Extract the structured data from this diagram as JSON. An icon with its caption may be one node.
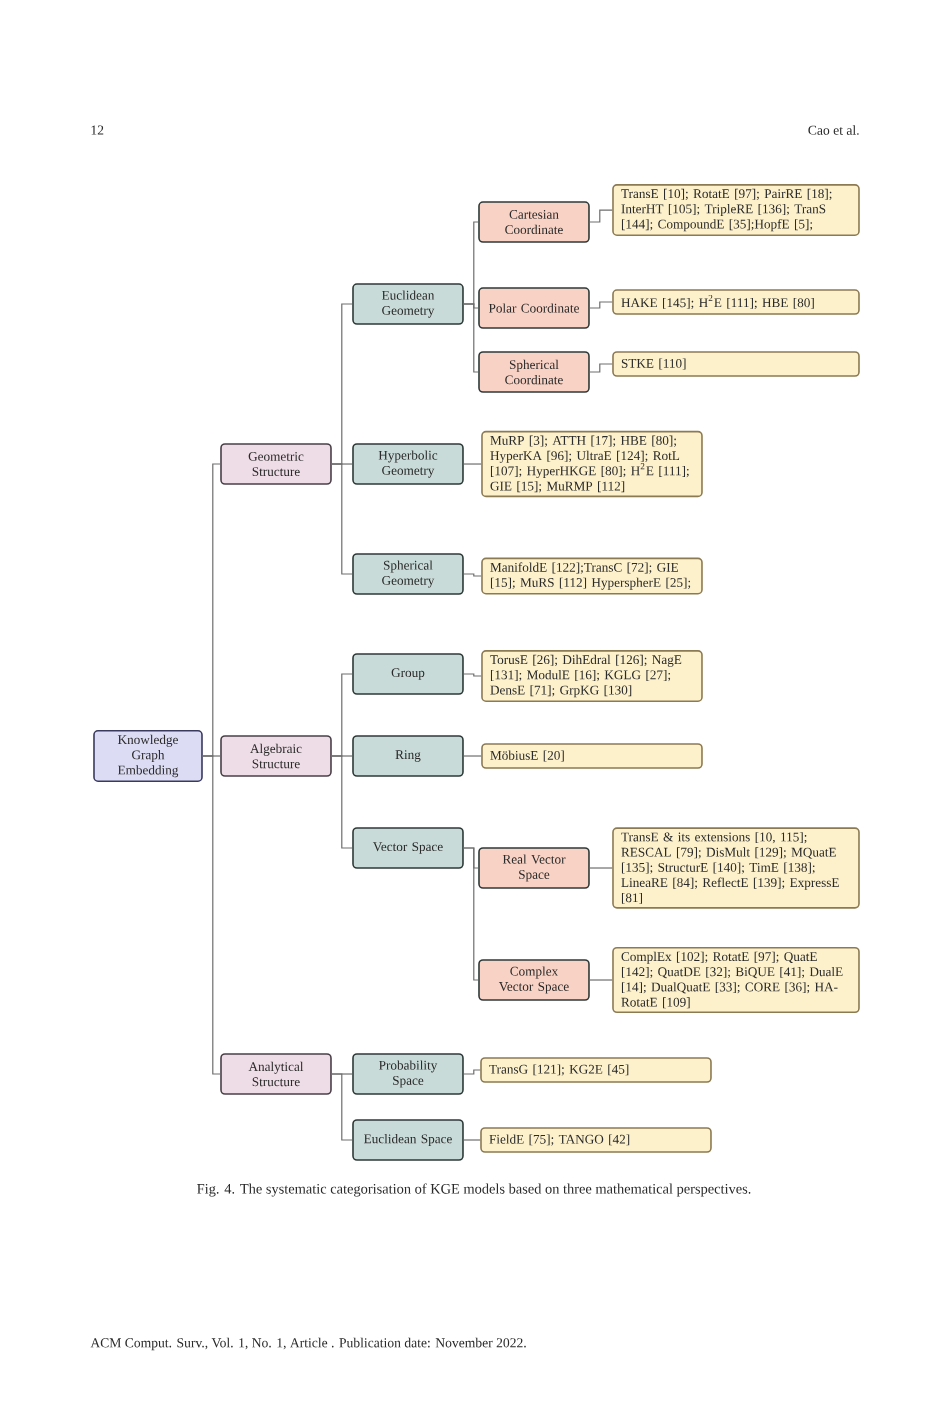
{
  "diagram": {
    "caption": "Fig. 4. The systematic categorisation of KGE models based on three mathematical perspectives.",
    "nodes": [
      {
        "text": [
          "Knowledge Graph Embedding"
        ]
      },
      {
        "text": [
          "Geometric Structure"
        ]
      },
      {
        "text": [
          "Euclidean Geometry"
        ]
      },
      {
        "text": [
          "Cartesian Coordinate"
        ]
      },
      {
        "text": [
          "TransE [10]; RotatE [97]; PairRE [18]; InterHT [105]; TripleRE [136]; TranS [144]; CompoundE [35];HopfE [5];"
        ]
      },
      {
        "text": [
          "Polar Coordinate"
        ]
      },
      {
        "text": [
          "HAKE [145]; H$^{2}$E [111]; HBE [80]"
        ]
      },
      {
        "text": [
          "Spherical Coordinate"
        ]
      },
      {
        "text": [
          "STKE [110]"
        ]
      },
      {
        "text": [
          "Hyperbolic Geometry"
        ]
      },
      {
        "text": [
          "MuRP [3]; ATTH [17]; HBE [80]; HyperKA [96]; UltraE [124]; RotL [107]; HyperHKGE [80]; H$^{2}$E [111]; GIE [15]; MuRMP [112]"
        ]
      },
      {
        "text": [
          "Spherical Geometry"
        ]
      },
      {
        "text": [
          "ManifoldE [122];TransC [72]; GIE [15]; MuRS [112] HyperspherE [25];"
        ]
      },
      {
        "text": [
          "Algebraic Structure"
        ]
      },
      {
        "text": [
          "Group"
        ]
      },
      {
        "text": [
          "TorusE [26]; DihEdral [126]; NagE [131]; ModulE [16]; KGLG [27]; DensE [71]; GrpKG [130]"
        ]
      },
      {
        "text": [
          "Ring"
        ]
      },
      {
        "text": [
          "MöbiusE [20]"
        ]
      },
      {
        "text": [
          "Vector Space"
        ]
      },
      {
        "text": [
          "Real Vector Space"
        ]
      },
      {
        "text": [
          "TransE & its extensions [10, 115]; RESCAL [79]; DisMult [129]; MQuatE [135]; StructurE [140]; TimE [138]; LineaRE [84]; ReflectE [139]; ExpressE [81]"
        ]
      },
      {
        "text": [
          "Complex Vector Space"
        ]
      },
      {
        "text": [
          "ComplEx [102]; RotatE [97]; QuatE [142]; QuatDE [32]; BiQUE [41]; DualE [14]; DualQuatE [33]; CORE [36]; HA-RotatE [109]"
        ]
      },
      {
        "text": [
          "Analytical Structure"
        ]
      },
      {
        "text": [
          "Probability Space"
        ]
      },
      {
        "text": [
          "TransG [121]; KG2E [45]"
        ]
      },
      {
        "text": [
          "Euclidean Space"
        ]
      },
      {
        "text": [
          "FieldE [75]; TANGO [42]"
        ]
      }
    ],
    "edges": [
      {
        "from": 0,
        "to": 1,
        "arrow": "none"
      },
      {
        "from": 1,
        "to": 2,
        "arrow": "none"
      },
      {
        "from": 2,
        "to": 3,
        "arrow": "none"
      },
      {
        "from": 3,
        "to": 4,
        "arrow": "none"
      },
      {
        "from": 2,
        "to": 5,
        "arrow": "none"
      },
      {
        "from": 5,
        "to": 6,
        "arrow": "none"
      },
      {
        "from": 2,
        "to": 7,
        "arrow": "none"
      },
      {
        "from": 7,
        "to": 8,
        "arrow": "none"
      },
      {
        "from": 1,
        "to": 9,
        "arrow": "none"
      },
      {
        "from": 9,
        "to": 10,
        "arrow": "none"
      },
      {
        "from": 1,
        "to": 11,
        "arrow": "none"
      },
      {
        "from": 11,
        "to": 12,
        "arrow": "none"
      },
      {
        "from": 0,
        "to": 13,
        "arrow": "none"
      },
      {
        "from": 13,
        "to": 14,
        "arrow": "none"
      },
      {
        "from": 14,
        "to": 15,
        "arrow": "none"
      },
      {
        "from": 13,
        "to": 16,
        "arrow": "none"
      },
      {
        "from": 16,
        "to": 17,
        "arrow": "none"
      },
      {
        "from": 13,
        "to": 18,
        "arrow": "none"
      },
      {
        "from": 18,
        "to": 19,
        "arrow": "none"
      },
      {
        "from": 19,
        "to": 20,
        "arrow": "none"
      },
      {
        "from": 18,
        "to": 21,
        "arrow": "none"
      },
      {
        "from": 21,
        "to": 22,
        "arrow": "none"
      },
      {
        "from": 0,
        "to": 23,
        "arrow": "none"
      },
      {
        "from": 23,
        "to": 24,
        "arrow": "none"
      },
      {
        "from": 24,
        "to": 25,
        "arrow": "none"
      },
      {
        "from": 23,
        "to": 26,
        "arrow": "none"
      },
      {
        "from": 26,
        "to": 27,
        "arrow": "none"
      }
    ],
    "labels": [
      "12",
      "Cao et al.",
      "ACM Comput. Surv., Vol. 1, No. 1, Article . Publication date: November 2022."
    ]
  }
}
